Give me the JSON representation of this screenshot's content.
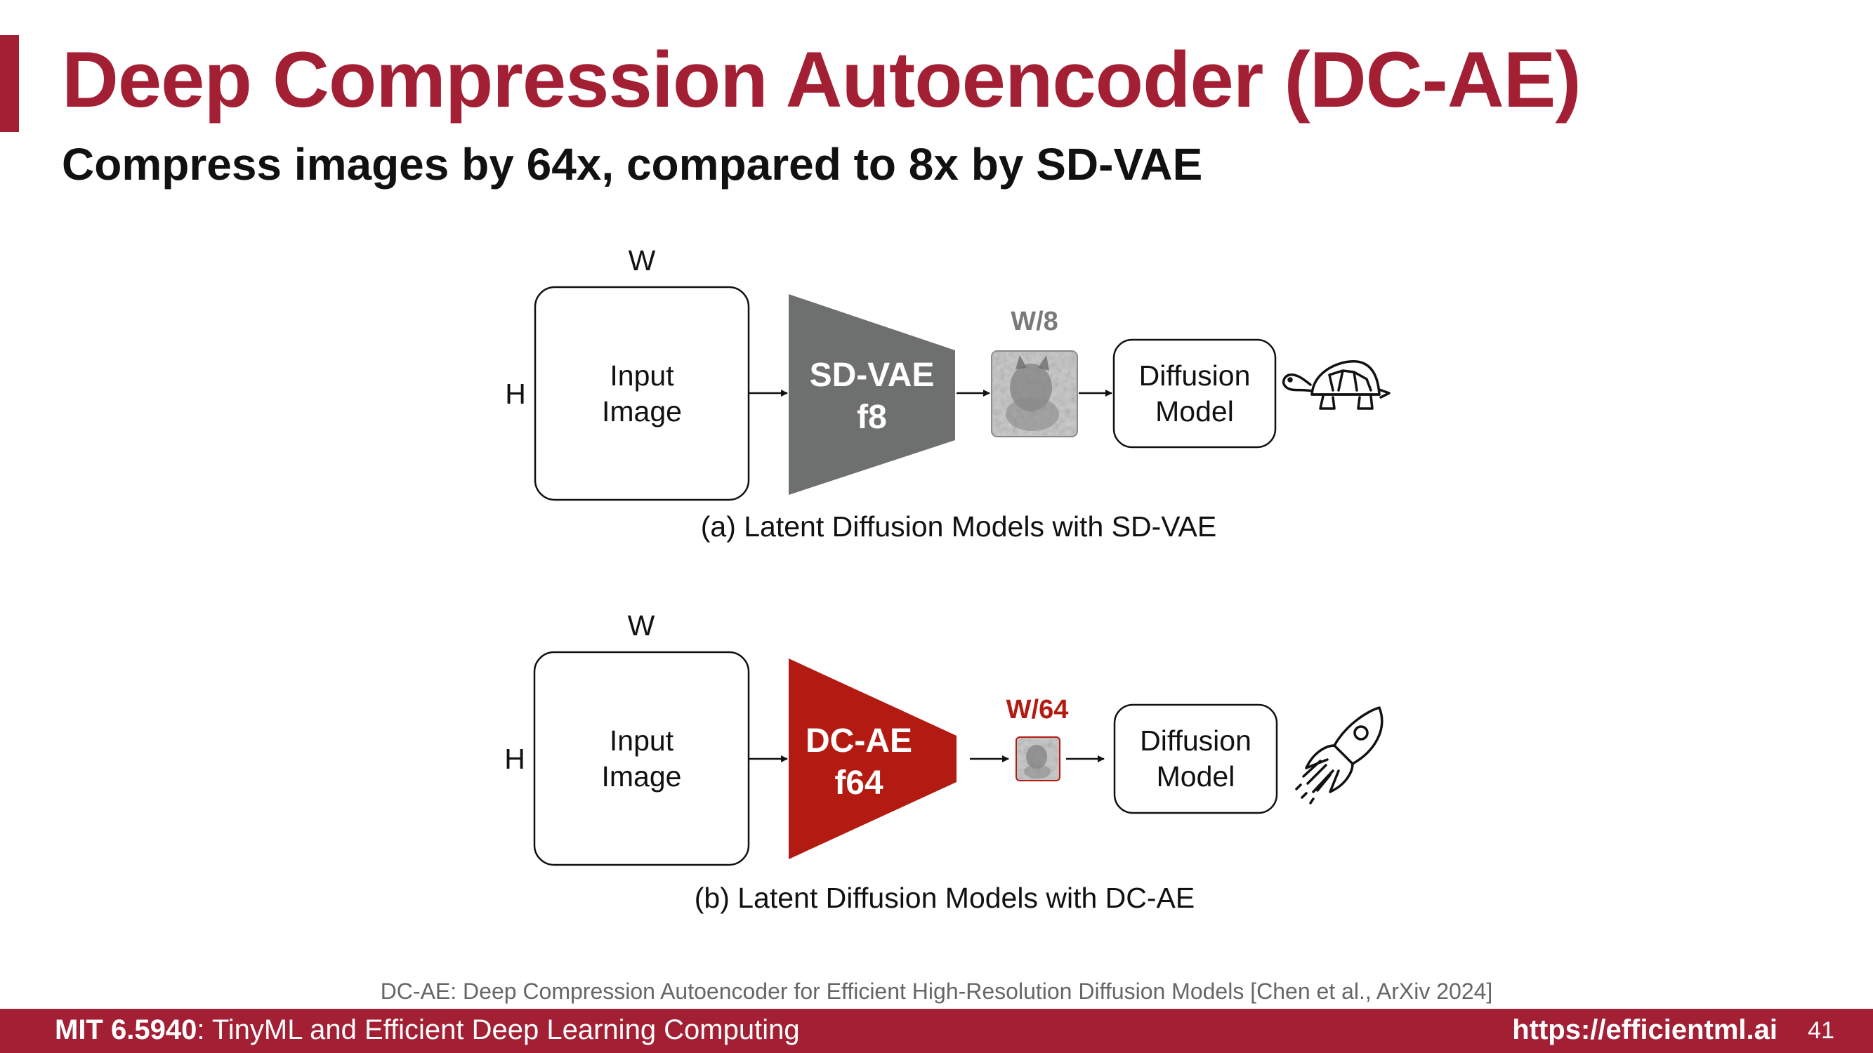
{
  "slide": {
    "title": "Deep Compression Autoencoder (DC-AE)",
    "subtitle": "Compress images by 64x, compared to 8x by SD-VAE"
  },
  "diagram_a": {
    "width_label": "W",
    "height_label": "H",
    "input_line1": "Input",
    "input_line2": "Image",
    "encoder_line1": "SD-VAE",
    "encoder_line2": "f8",
    "encoder_color": "#6d706e",
    "latent_label": "W/8",
    "latent_label_color": "#7a7a7a",
    "model_line1": "Diffusion",
    "model_line2": "Model",
    "speed_icon": "turtle-icon",
    "caption": "(a) Latent Diffusion Models with SD-VAE"
  },
  "diagram_b": {
    "width_label": "W",
    "height_label": "H",
    "input_line1": "Input",
    "input_line2": "Image",
    "encoder_line1": "DC-AE",
    "encoder_line2": "f64",
    "encoder_color": "#b31b12",
    "latent_label": "W/64",
    "latent_label_color": "#b31b12",
    "model_line1": "Diffusion",
    "model_line2": "Model",
    "speed_icon": "rocket-icon",
    "caption": "(b) Latent Diffusion Models with DC-AE"
  },
  "citation": "DC-AE: Deep Compression Autoencoder for Efficient High-Resolution Diffusion Models [Chen et al., ArXiv 2024]",
  "footer": {
    "course_code": "MIT 6.5940",
    "course_name": ": TinyML and Efficient Deep Learning Computing",
    "url": "https://efficientml.ai",
    "page_number": "41"
  },
  "colors": {
    "brand": "#a31f34"
  }
}
